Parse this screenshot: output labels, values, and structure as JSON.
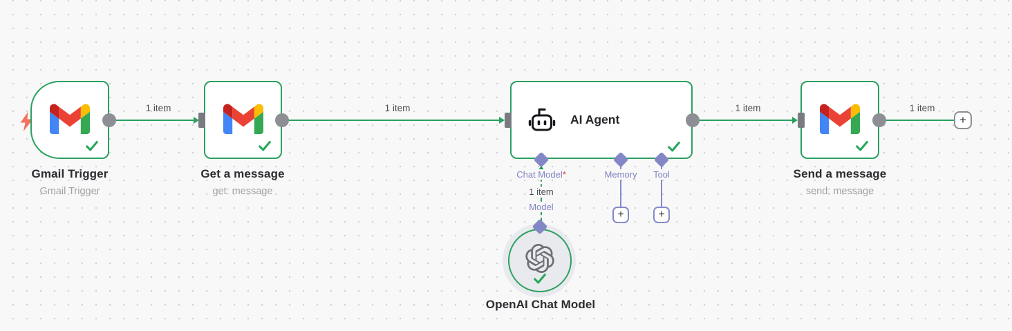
{
  "app": "workflow-canvas",
  "colors": {
    "canvas_background": "#f8f8f8",
    "grid_dot": "#d2d2d5",
    "node_border_success": "#2aa05f",
    "connection_green": "#2aa05f",
    "connector_gray": "#8d8f94",
    "port_purple": "#8487c6",
    "port_label_purple": "#7f82c2",
    "required_red": "#e0302f",
    "title_text": "#2b2c30",
    "subtitle_text": "#9fa1a6",
    "trigger_bolt": "#f4715f"
  },
  "nodes": {
    "gmail_trigger": {
      "title": "Gmail Trigger",
      "subtitle": "Gmail Trigger",
      "icon": "gmail-icon",
      "status": "success"
    },
    "get_message": {
      "title": "Get a message",
      "subtitle": "get: message",
      "icon": "gmail-icon",
      "status": "success"
    },
    "ai_agent": {
      "title": "AI Agent",
      "icon": "bot-icon",
      "status": "success",
      "ports": {
        "chat_model": {
          "label": "Chat Model",
          "required_mark": "*"
        },
        "memory": {
          "label": "Memory"
        },
        "tool": {
          "label": "Tool"
        }
      }
    },
    "send_message": {
      "title": "Send a message",
      "subtitle": "send: message",
      "icon": "gmail-icon",
      "status": "success"
    },
    "openai_chat_model": {
      "title": "OpenAI Chat Model",
      "icon": "openai-icon",
      "status": "success"
    }
  },
  "connections": {
    "trigger_to_get": {
      "label": "1 item"
    },
    "get_to_agent": {
      "label": "1 item"
    },
    "agent_to_send": {
      "label": "1 item"
    },
    "send_to_next": {
      "label": "1 item"
    },
    "model_to_agent": {
      "label": "1 item",
      "port": "Model"
    }
  },
  "buttons": {
    "add_memory": "+",
    "add_tool": "+",
    "add_next_node": "+"
  }
}
